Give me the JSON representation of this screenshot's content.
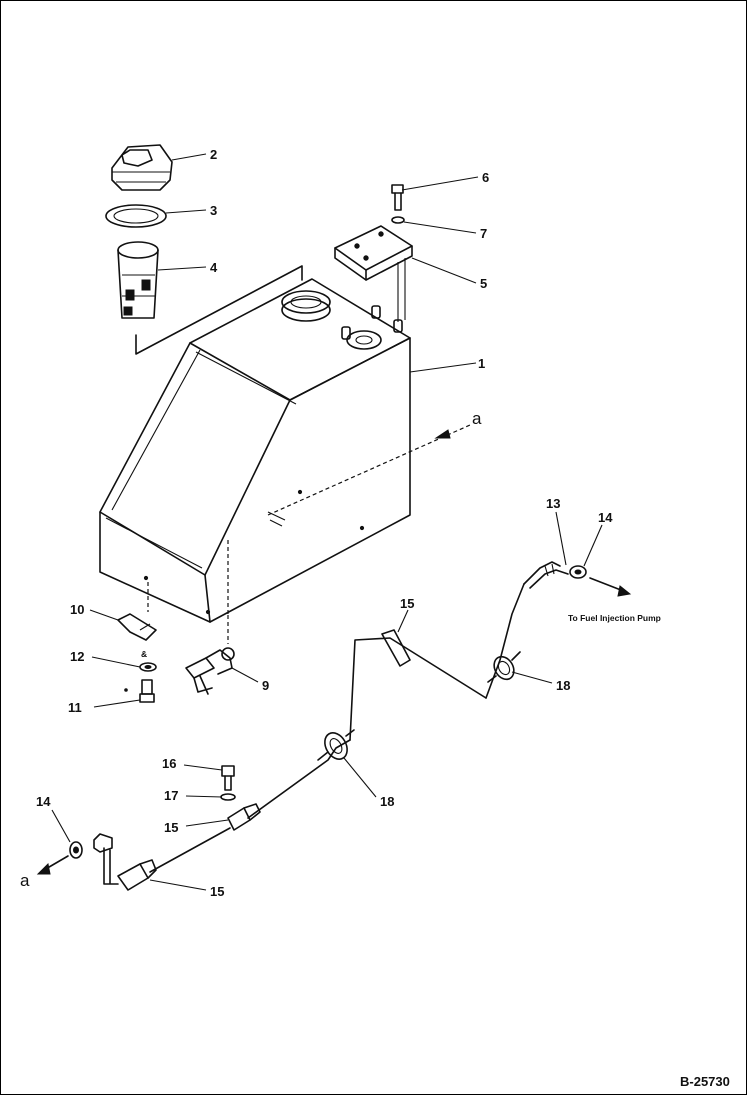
{
  "figure_code": "B-25730",
  "callouts": {
    "c1": "1",
    "c2": "2",
    "c3": "3",
    "c4": "4",
    "c5": "5",
    "c6": "6",
    "c7": "7",
    "c9": "9",
    "c10": "10",
    "c11": "11",
    "c12": "12",
    "c13": "13",
    "c14_top": "14",
    "c14_left": "14",
    "c15_mid": "15",
    "c15_low": "15",
    "c15_bottom": "15",
    "c16": "16",
    "c17": "17",
    "c18_right": "18",
    "c18_mid": "18"
  },
  "connection_labels": {
    "a_tank": "a",
    "a_end": "a"
  },
  "destination_note": "To Fuel Injection Pump"
}
